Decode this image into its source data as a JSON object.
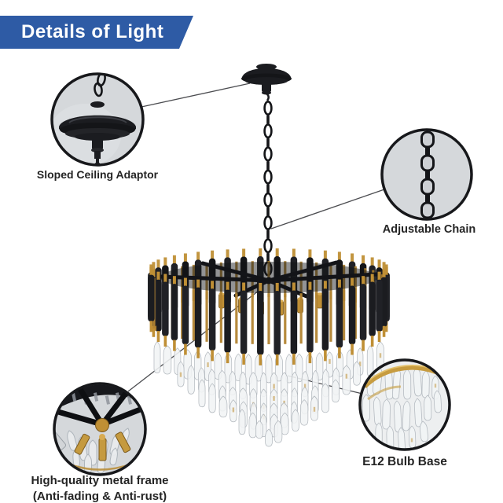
{
  "banner": {
    "title": "Details of Light"
  },
  "callouts": {
    "adaptor": {
      "label": "Sloped Ceiling Adaptor"
    },
    "chain": {
      "label": "Adjustable Chain"
    },
    "frame": {
      "label": "High-quality metal frame",
      "sublabel": "(Anti-fading & Anti-rust)"
    },
    "bulb": {
      "label": "E12 Bulb Base"
    }
  },
  "colors": {
    "banner_bg": "#2e5ba5",
    "banner_text": "#ffffff",
    "metal_black": "#1b1c20",
    "metal_black_deep": "#141518",
    "metal_gold": "#bf8f35",
    "gold_light": "#d8ab52",
    "gold_dark": "#7c5a1d",
    "crystal_fill": "#f1f4f5",
    "crystal_stroke": "#b0b6bc",
    "callout_fill": "#d5d8db",
    "callout_stroke": "#17181b",
    "leader_line": "#4b4c50",
    "label_text": "#242424"
  }
}
